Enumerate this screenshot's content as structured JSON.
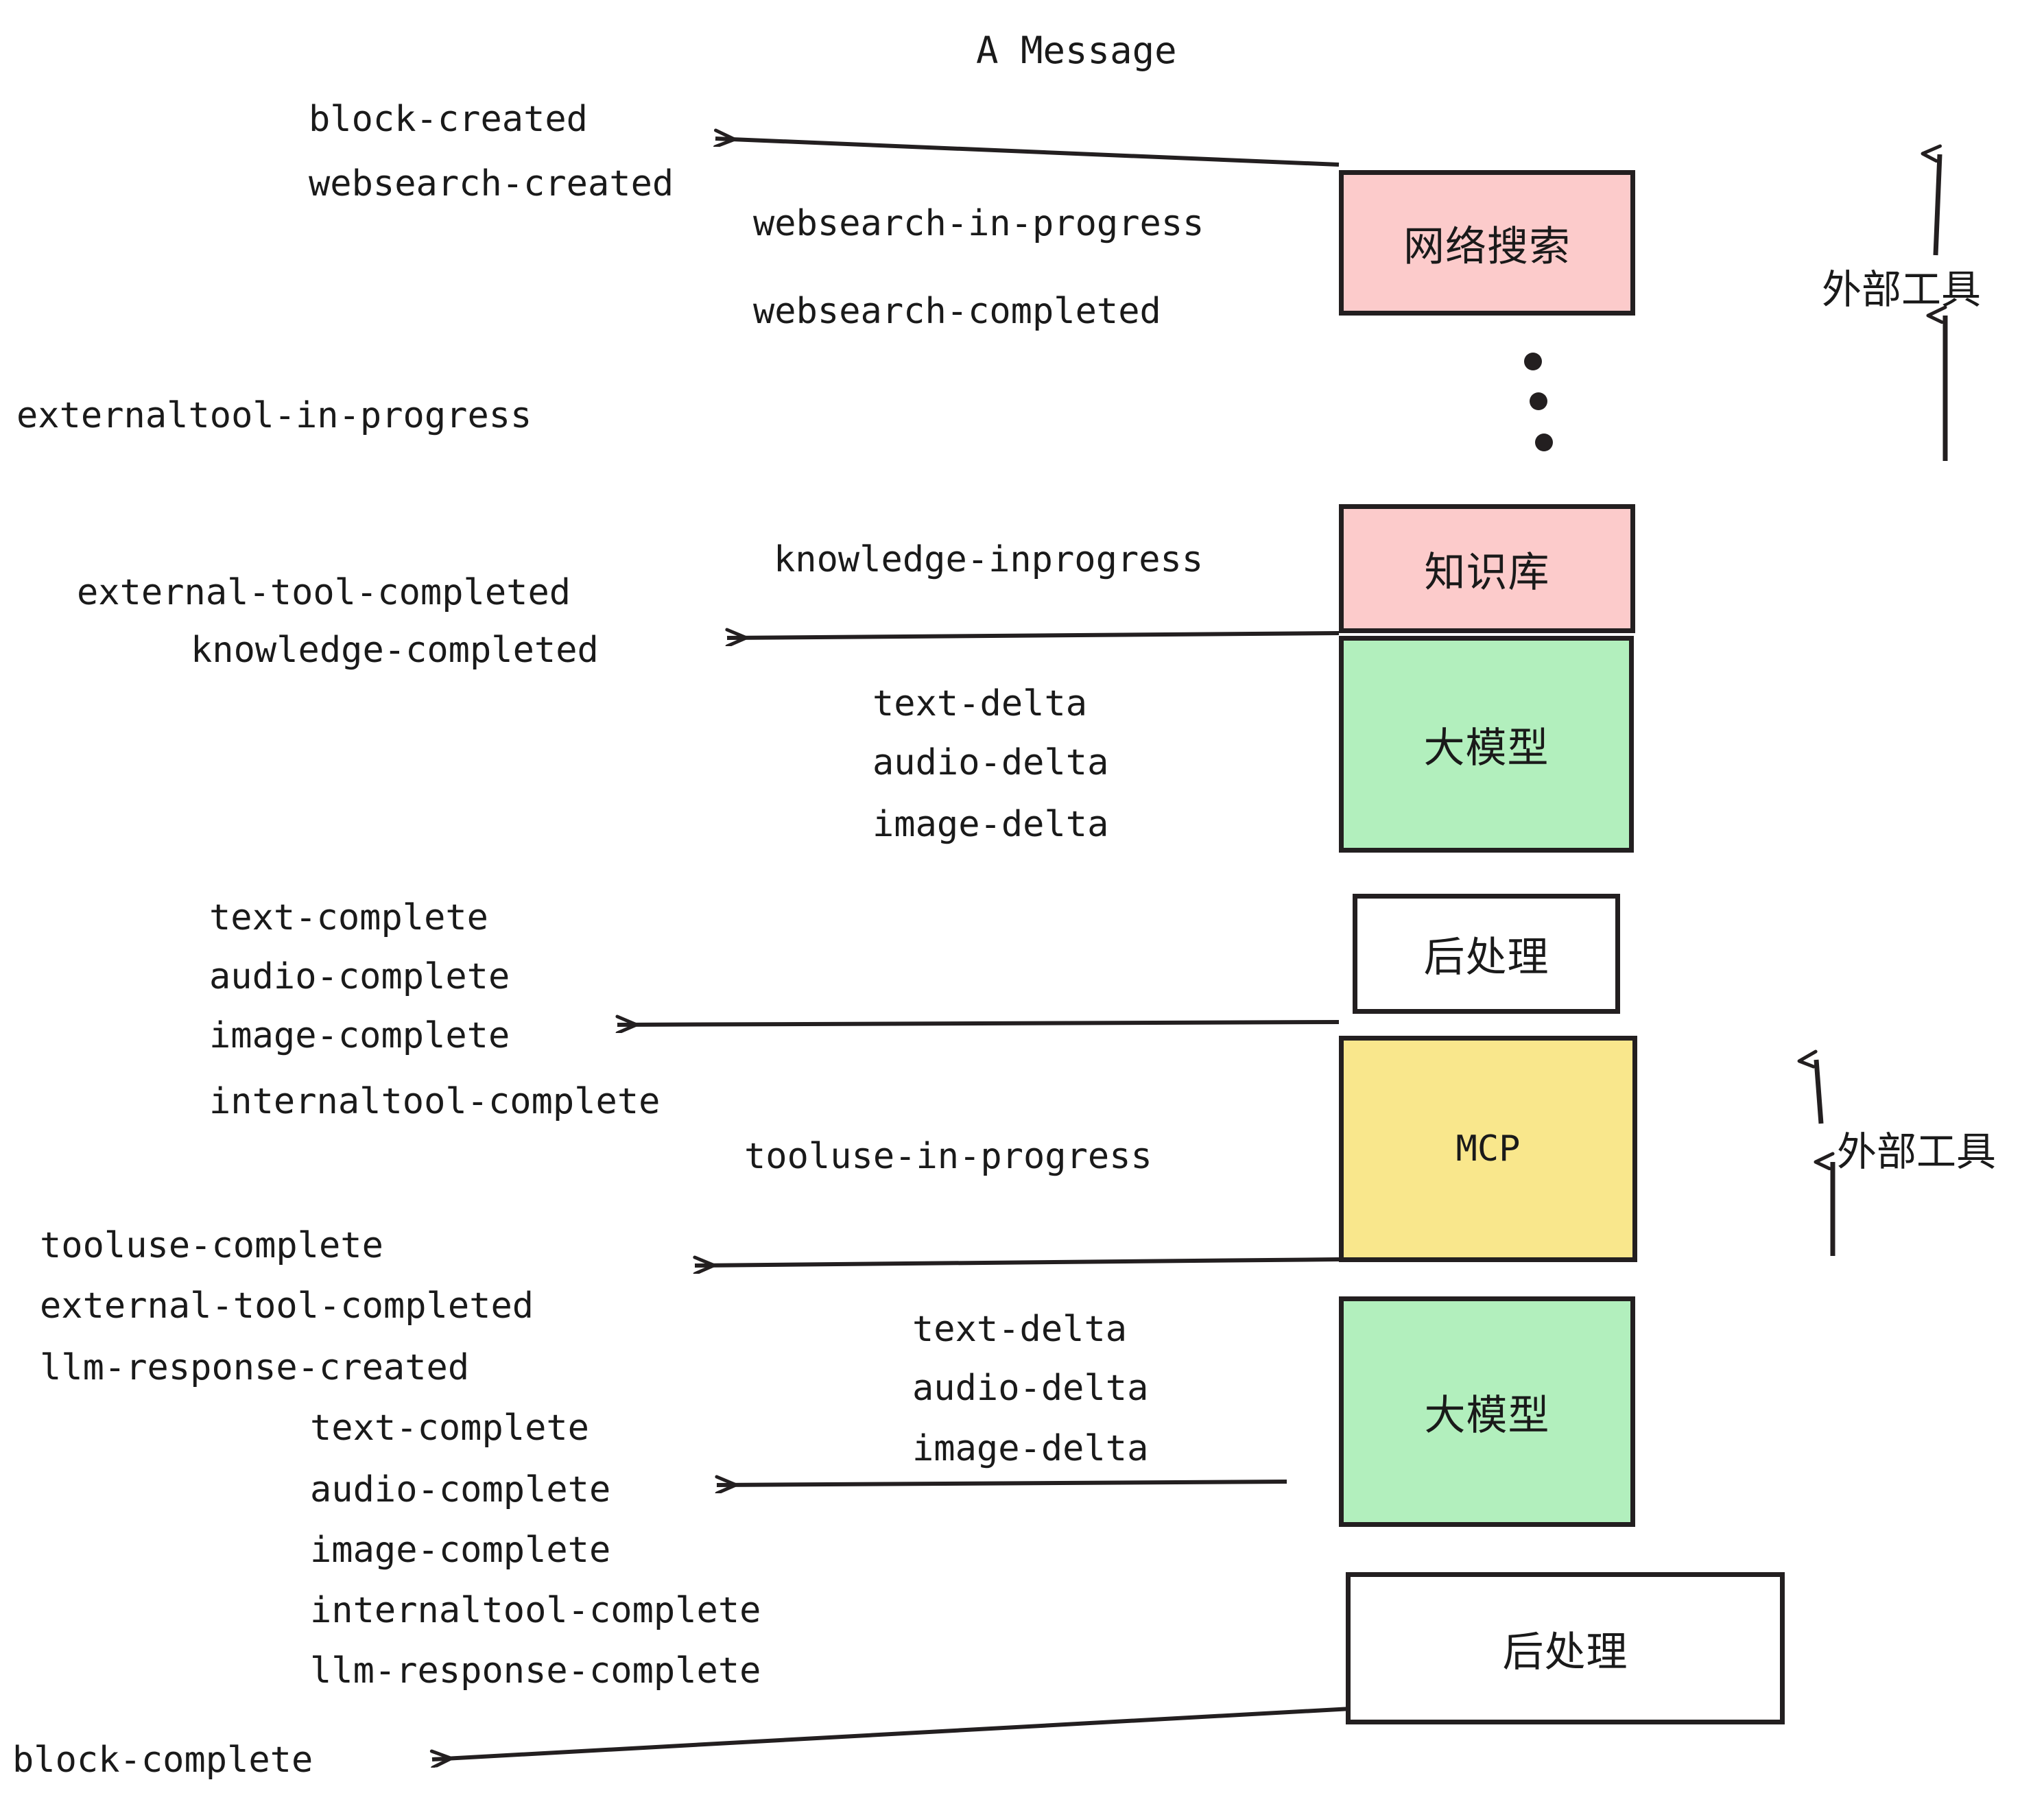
{
  "diagram": {
    "title": "A Message",
    "colors": {
      "pink": "#FCCBCB",
      "green": "#B2EFBD",
      "yellow": "#F9E78C",
      "white": "#FFFFFF",
      "stroke": "#231f20",
      "text": "#1a1a1a"
    },
    "nodes": [
      {
        "id": "websearch",
        "label": "网络搜索",
        "fill": "pink"
      },
      {
        "id": "knowledge",
        "label": "知识库",
        "fill": "pink"
      },
      {
        "id": "llm-top",
        "label": "大模型",
        "fill": "green"
      },
      {
        "id": "postprocess-top",
        "label": "后处理",
        "fill": "white"
      },
      {
        "id": "mcp",
        "label": "MCP",
        "fill": "yellow"
      },
      {
        "id": "llm-bottom",
        "label": "大模型",
        "fill": "green"
      },
      {
        "id": "postprocess-bottom",
        "label": "后处理",
        "fill": "white"
      }
    ],
    "side_labels": [
      {
        "id": "external-tools-top",
        "label": "外部工具"
      },
      {
        "id": "external-tools-bottom",
        "label": "外部工具"
      }
    ],
    "events": [
      {
        "id": "block-created",
        "text": "block-created"
      },
      {
        "id": "websearch-created",
        "text": "websearch-created"
      },
      {
        "id": "websearch-in-progress",
        "text": "websearch-in-progress"
      },
      {
        "id": "websearch-completed",
        "text": "websearch-completed"
      },
      {
        "id": "externaltool-in-progress",
        "text": "externaltool-in-progress"
      },
      {
        "id": "knowledge-inprogress",
        "text": "knowledge-inprogress"
      },
      {
        "id": "external-tool-completed-1",
        "text": "external-tool-completed"
      },
      {
        "id": "knowledge-completed",
        "text": "knowledge-completed"
      },
      {
        "id": "text-delta-1",
        "text": "text-delta"
      },
      {
        "id": "audio-delta-1",
        "text": "audio-delta"
      },
      {
        "id": "image-delta-1",
        "text": "image-delta"
      },
      {
        "id": "text-complete-1",
        "text": "text-complete"
      },
      {
        "id": "audio-complete-1",
        "text": "audio-complete"
      },
      {
        "id": "image-complete-1",
        "text": "image-complete"
      },
      {
        "id": "internaltool-complete-1",
        "text": "internaltool-complete"
      },
      {
        "id": "tooluse-in-progress",
        "text": "tooluse-in-progress"
      },
      {
        "id": "tooluse-complete",
        "text": "tooluse-complete"
      },
      {
        "id": "external-tool-completed-2",
        "text": "external-tool-completed"
      },
      {
        "id": "llm-response-created",
        "text": "llm-response-created"
      },
      {
        "id": "text-delta-2",
        "text": "text-delta"
      },
      {
        "id": "audio-delta-2",
        "text": "audio-delta"
      },
      {
        "id": "image-delta-2",
        "text": "image-delta"
      },
      {
        "id": "text-complete-2",
        "text": "text-complete"
      },
      {
        "id": "audio-complete-2",
        "text": "audio-complete"
      },
      {
        "id": "image-complete-2",
        "text": "image-complete"
      },
      {
        "id": "internaltool-complete-2",
        "text": "internaltool-complete"
      },
      {
        "id": "llm-response-complete",
        "text": "llm-response-complete"
      },
      {
        "id": "block-complete",
        "text": "block-complete"
      }
    ],
    "ellipsis_dots": 3
  }
}
